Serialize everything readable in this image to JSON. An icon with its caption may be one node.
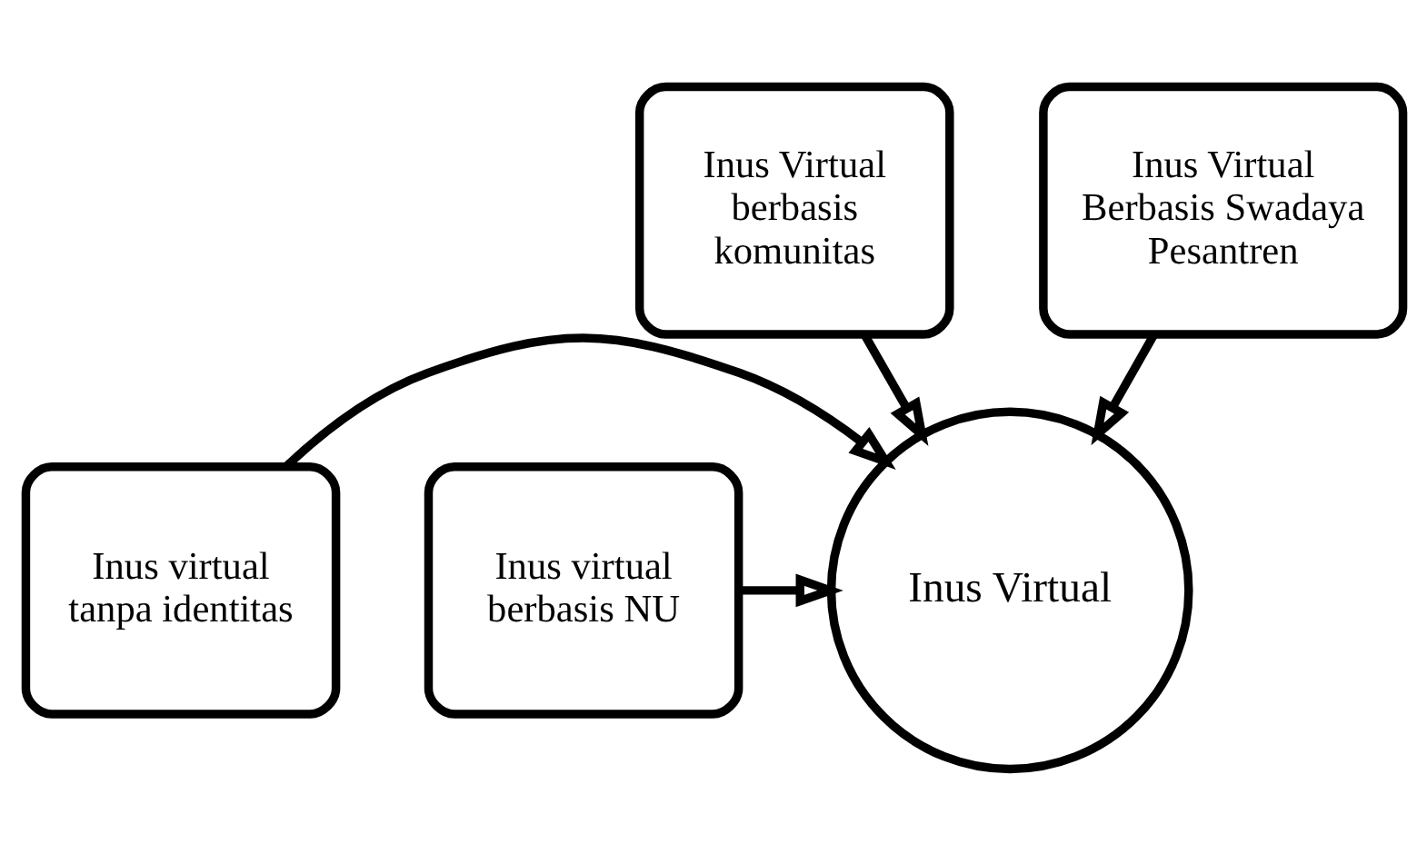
{
  "diagram": {
    "nodes": [
      {
        "text": [
          "Inus Virtual berbasis komunitas"
        ]
      },
      {
        "text": [
          "Inus Virtual Berbasis Swadaya Pesantren"
        ]
      },
      {
        "text": [
          "Inus virtual tanpa identitas"
        ]
      },
      {
        "text": [
          "Inus virtual berbasis NU"
        ]
      },
      {
        "text": [
          "Inus Virtual"
        ]
      }
    ],
    "edges": [
      {
        "from": 0,
        "to": 4,
        "arrow": "to"
      },
      {
        "from": 1,
        "to": 4,
        "arrow": "to"
      },
      {
        "from": 2,
        "to": 4,
        "arrow": "to"
      },
      {
        "from": 3,
        "to": 4,
        "arrow": "to"
      }
    ]
  }
}
